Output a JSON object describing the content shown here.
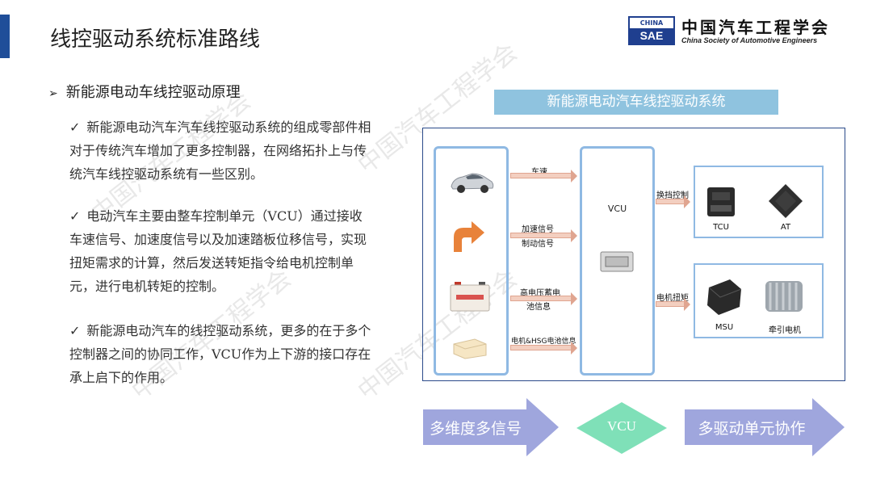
{
  "header": {
    "title": "线控驱动系统标准路线",
    "logo": {
      "box_top": "CHINA",
      "box_bottom": "SAE",
      "name_cn": "中国汽车工程学会",
      "name_en": "China Society of Automotive Engineers"
    }
  },
  "section": {
    "arrow_glyph": "➢",
    "heading": "新能源电动车线控驱动原理",
    "check_glyph": "✓",
    "bullets": [
      "新能源电动汽车汽车线控驱动系统的组成零部件相对于传统汽车增加了更多控制器，在网络拓扑上与传统汽车线控驱动系统有一些区别。",
      "电动汽车主要由整车控制单元（VCU）通过接收车速信号、加速度信号以及加速踏板位移信号，实现扭矩需求的计算，然后发送转矩指令给电机控制单元，进行电机转矩的控制。",
      "新能源电动汽车的线控驱动系统，更多的在于多个控制器之间的协同工作，VCU作为上下游的接口存在承上启下的作用。"
    ]
  },
  "diagram": {
    "title": "新能源电动汽车线控驱动系统",
    "signals": {
      "speed": "车速",
      "accel": "加速信号",
      "brake": "制动信号",
      "battery_1": "高电压蓄电",
      "battery_2": "池信息",
      "motor": "电机&HSG电池信息"
    },
    "vcu_label": "VCU",
    "outputs": {
      "shift": "换挡控制",
      "torque": "电机扭矩",
      "tcu": "TCU",
      "at": "AT",
      "msu": "MSU",
      "traction_motor": "牵引电机"
    },
    "flow": {
      "left": "多维度多信号",
      "middle": "VCU",
      "right": "多驱动单元协作"
    },
    "colors": {
      "flow_arrow": "#9fa6dd",
      "vcu_diamond": "#7fe0b8",
      "box_border": "#8fb9e3",
      "signal_arrow": "#f3cfc0"
    }
  },
  "watermark": "中国汽车工程学会"
}
